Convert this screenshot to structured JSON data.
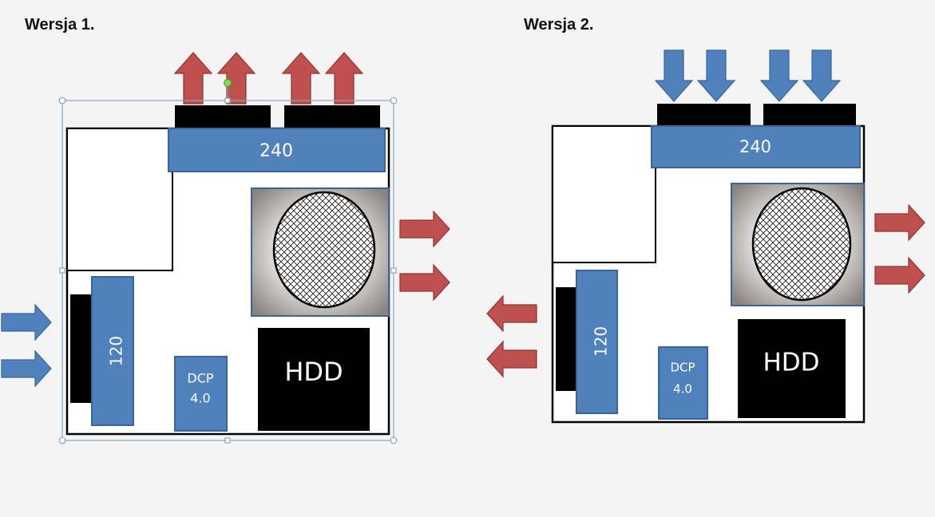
{
  "versions": [
    {
      "title": "Wersja 1.",
      "radiator_label": "240",
      "side_radiator_label": "120",
      "pump_label_line1": "DCP",
      "pump_label_line2": "4.0",
      "drive_label": "HDD",
      "top_airflow": "out",
      "rear_airflow": "out",
      "front_airflow": "in",
      "selected": true
    },
    {
      "title": "Wersja 2.",
      "radiator_label": "240",
      "side_radiator_label": "120",
      "pump_label_line1": "DCP",
      "pump_label_line2": "4.0",
      "drive_label": "HDD",
      "top_airflow": "in",
      "rear_airflow": "out",
      "front_airflow": "out",
      "selected": false
    }
  ],
  "colors": {
    "radiator_blue": "#4f81bd",
    "radiator_border": "#3a6496",
    "arrow_in": "#4f81bd",
    "arrow_out": "#c0504d",
    "fan_black": "#000000",
    "case_border": "#000000"
  }
}
